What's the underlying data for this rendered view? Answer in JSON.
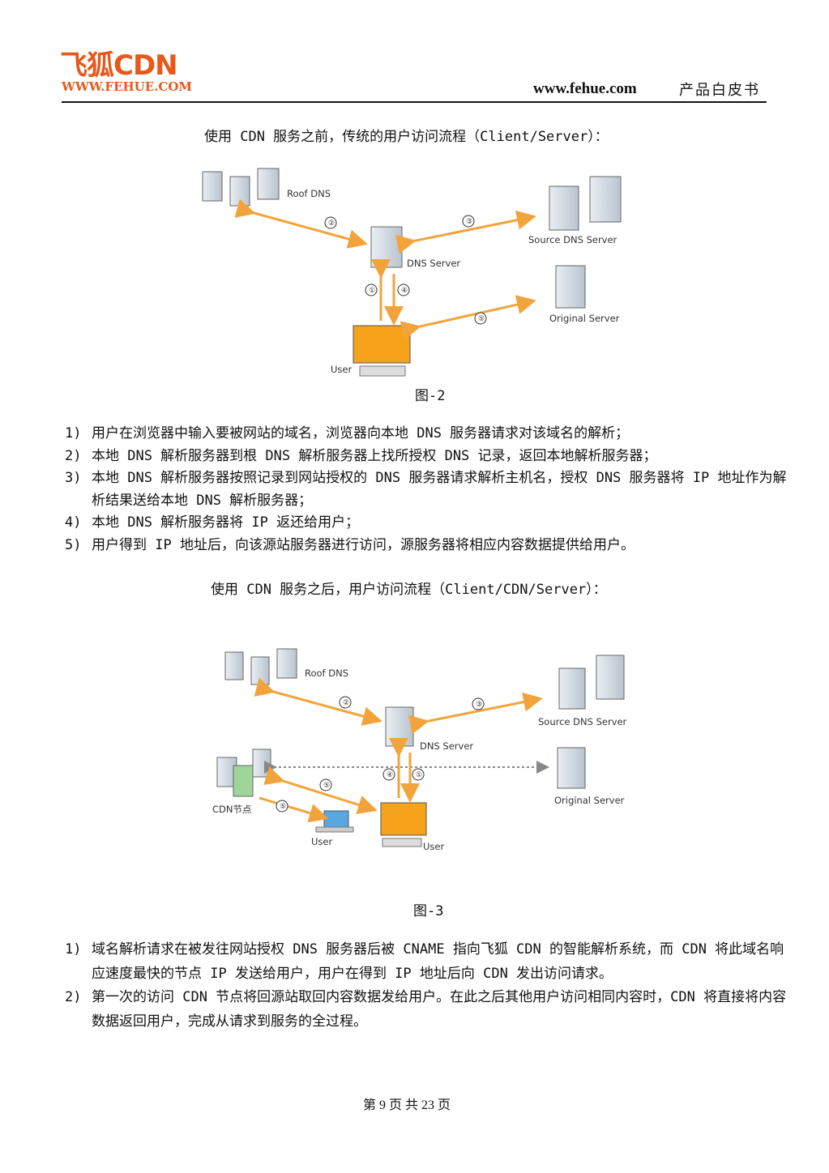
{
  "header": {
    "logo_text": "飞狐CDN",
    "logo_sub": "WWW.FEHUE.COM",
    "url": "www.fehue.com",
    "doc_title": "产品白皮书"
  },
  "section1": {
    "caption": "使用 CDN 服务之前，传统的用户访问流程（Client/Server）：",
    "figure": {
      "label": "图-2",
      "nodes": {
        "root_dns": "Roof DNS",
        "source_dns": "Source DNS Server",
        "dns_server": "DNS Server",
        "original_server": "Original Server",
        "user": "User"
      },
      "steps": [
        "②",
        "③",
        "①",
        "④",
        "⑤"
      ]
    },
    "steps": [
      {
        "num": "1)",
        "text": "用户在浏览器中输入要被网站的域名，浏览器向本地 DNS 服务器请求对该域名的解析；"
      },
      {
        "num": "2)",
        "text": "本地 DNS 解析服务器到根 DNS 解析服务器上找所授权 DNS 记录，返回本地解析服务器；"
      },
      {
        "num": "3)",
        "text": "本地 DNS 解析服务器按照记录到网站授权的 DNS 服务器请求解析主机名，授权 DNS 服务器将 IP 地址作为解析结果送给本地 DNS 解析服务器；"
      },
      {
        "num": "4)",
        "text": "本地 DNS 解析服务器将 IP 返还给用户；"
      },
      {
        "num": "5)",
        "text": "用户得到 IP 地址后，向该源站服务器进行访问，源服务器将相应内容数据提供给用户。"
      }
    ]
  },
  "section2": {
    "caption": "使用 CDN 服务之后，用户访问流程（Client/CDN/Server）：",
    "figure": {
      "label": "图-3",
      "nodes": {
        "root_dns": "Roof DNS",
        "source_dns": "Source DNS Server",
        "dns_server": "DNS Server",
        "original_server": "Original Server",
        "cdn_node": "CDN节点",
        "user_laptop": "User",
        "user_desktop": "User"
      },
      "steps": [
        "②",
        "③",
        "④",
        "①",
        "⑤",
        "⑤"
      ]
    },
    "steps": [
      {
        "num": "1)",
        "text": "域名解析请求在被发往网站授权 DNS 服务器后被 CNAME 指向飞狐 CDN 的智能解析系统，而 CDN 将此域名响应速度最快的节点 IP 发送给用户，用户在得到 IP 地址后向 CDN 发出访问请求。"
      },
      {
        "num": "2)",
        "text": "第一次的访问 CDN 节点将回源站取回内容数据发给用户。在此之后其他用户访问相同内容时，CDN 将直接将内容数据返回用户，完成从请求到服务的全过程。"
      }
    ]
  },
  "footer": {
    "page": "第 9 页 共 23 页"
  },
  "colors": {
    "arrow": "#f2a43a",
    "logo": "#e8581a"
  }
}
